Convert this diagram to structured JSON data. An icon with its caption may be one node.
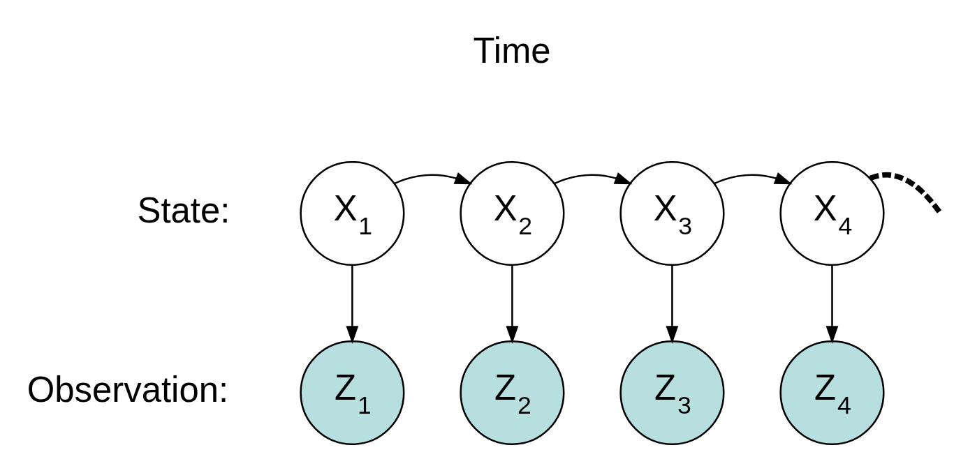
{
  "diagram": {
    "nodes": [
      {
        "text": [
          "X$_{1}$"
        ]
      },
      {
        "text": [
          "X$_{2}$"
        ]
      },
      {
        "text": [
          "X$_{3}$"
        ]
      },
      {
        "text": [
          "X$_{4}$"
        ]
      },
      {
        "text": [
          "Z$_{1}$"
        ]
      },
      {
        "text": [
          "Z$_{2}$"
        ]
      },
      {
        "text": [
          "Z$_{3}$"
        ]
      },
      {
        "text": [
          "Z$_{4}$"
        ]
      }
    ],
    "edges": [
      {
        "from": 0,
        "to": 1,
        "arrow": "to"
      },
      {
        "from": 1,
        "to": 2,
        "arrow": "to"
      },
      {
        "from": 2,
        "to": 3,
        "arrow": "to"
      },
      {
        "from": 3,
        "to": null,
        "arrow": "none",
        "style": "dashed"
      },
      {
        "from": 0,
        "to": 4,
        "arrow": "to"
      },
      {
        "from": 1,
        "to": 5,
        "arrow": "to"
      },
      {
        "from": 2,
        "to": 6,
        "arrow": "to"
      },
      {
        "from": 3,
        "to": 7,
        "arrow": "to"
      }
    ],
    "labels": [
      "Time",
      "State:",
      "Observation:"
    ]
  }
}
